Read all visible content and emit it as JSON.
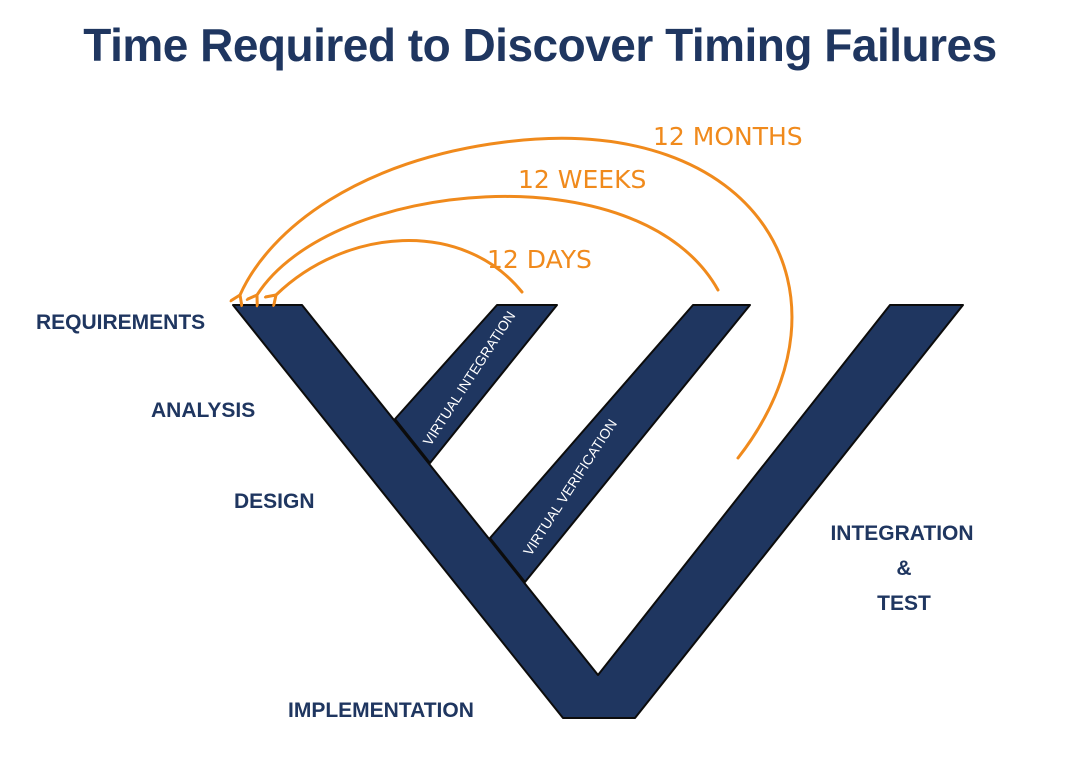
{
  "title": "Time Required to Discover Timing Failures",
  "phases": {
    "requirements": "REQUIREMENTS",
    "analysis": "ANALYSIS",
    "design": "DESIGN",
    "implementation": "IMPLEMENTATION",
    "integration_line1": "INTEGRATION",
    "integration_line2": "&",
    "integration_line3": "TEST"
  },
  "bands": {
    "virtual_integration": "VIRTUAL INTEGRATION",
    "virtual_verification": "VIRTUAL VERIFICATION"
  },
  "feedback_loops": {
    "days": "12 DAYS",
    "weeks": "12 WEEKS",
    "months": "12 MONTHS"
  },
  "colors": {
    "navy": "#1f3660",
    "orange": "#f08a1c",
    "label_text": "#ffffff"
  }
}
